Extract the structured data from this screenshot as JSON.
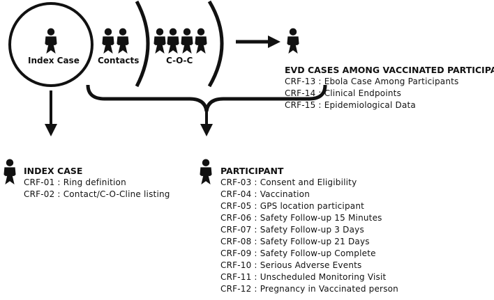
{
  "rings": {
    "index_label": "Index Case",
    "contacts_label": "Contacts",
    "coc_label": "C-O-C"
  },
  "evd": {
    "title": "EVD CASES AMONG VACCINATED PARTICIPANTS",
    "items": [
      "CRF-13 : Ebola Case Among Participants",
      "CRF-14 : Clinical Endpoints",
      "CRF-15 : Epidemiological Data"
    ]
  },
  "index_case": {
    "title": "INDEX CASE",
    "items": [
      "CRF-01 : Ring definition",
      "CRF-02 : Contact/C-O-Cline listing"
    ]
  },
  "participant": {
    "title": "PARTICIPANT",
    "items": [
      "CRF-03 : Consent and Eligibility",
      "CRF-04 : Vaccination",
      "CRF-05 : GPS location participant",
      "CRF-06 : Safety Follow-up 15 Minutes",
      "CRF-07 : Safety Follow-up 3 Days",
      "CRF-08 : Safety Follow-up 21 Days",
      "CRF-09 : Safety Follow-up Complete",
      "CRF-10 : Serious Adverse Events",
      "CRF-11 : Unscheduled Monitoring Visit",
      "CRF-12 : Pregnancy in Vaccinated person"
    ]
  },
  "icons": [
    "person-icon",
    "right-arrow-icon",
    "down-arrow-icon",
    "curly-brace-icon"
  ],
  "colors": {
    "ink": "#111111",
    "background": "#ffffff"
  }
}
